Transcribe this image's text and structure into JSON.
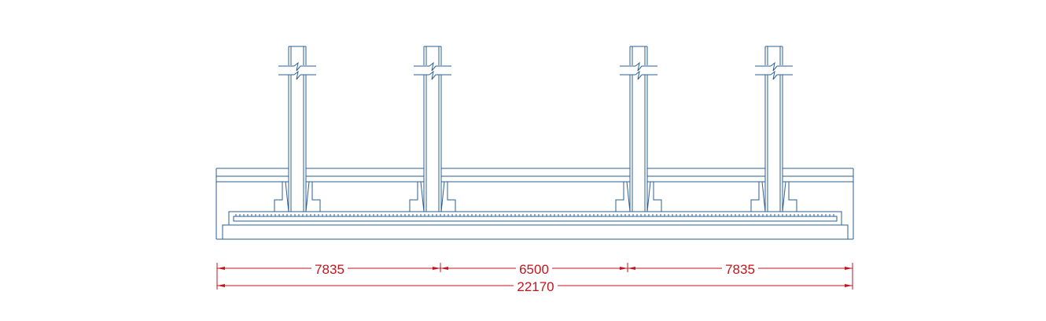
{
  "drawing": {
    "line_color": "#2e5f93",
    "dimension_color": "#c0161e",
    "column_count": 4
  },
  "dimensions": {
    "spans": [
      "7835",
      "6500",
      "7835"
    ],
    "total": "22170"
  }
}
